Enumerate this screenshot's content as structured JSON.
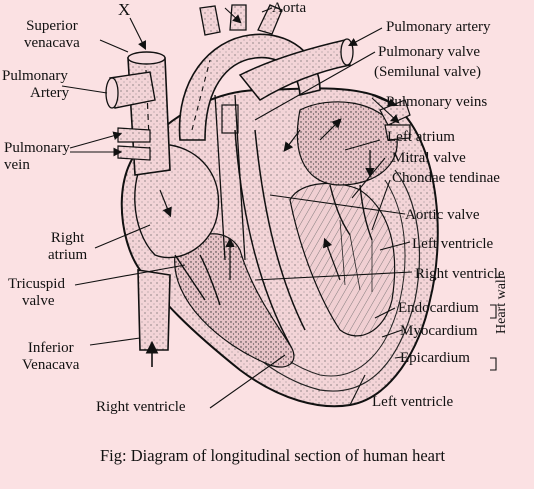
{
  "labels": {
    "x": "X",
    "aorta": "Aorta",
    "superior_venacava": [
      "Superior",
      "venacava"
    ],
    "pulmonary_artery_left": [
      "Pulmonary",
      "Artery"
    ],
    "pulmonary_vein_left": [
      "Pulmonary",
      "vein"
    ],
    "right_atrium": [
      "Right",
      "atrium"
    ],
    "tricuspid_valve": [
      "Tricuspid",
      "valve"
    ],
    "inferior_venacava": [
      "Inferior",
      "Venacava"
    ],
    "right_ventricle_bottom": "Right ventricle",
    "pulmonary_artery_right": "Pulmonary artery",
    "pulmonary_valve": "Pulmonary valve",
    "semilunal_valve": "(Semilunal valve)",
    "pulmonary_veins": "Pulmonary veins",
    "left_atrium": "Left atrium",
    "mitral_valve": "Mitral valve",
    "chondae_tendinae": "Chondae tendinae",
    "aortic_valve": "Aortic valve",
    "left_ventricle_right": "Left ventricle",
    "right_ventricle_right": "Right ventricle",
    "endocardium": "Endocardium",
    "myocardium": "Myocardium",
    "epicardium": "Epicardium",
    "heart_wall": "Heart wall",
    "left_ventricle_bottom": "Left ventricle"
  },
  "caption": "Fig: Diagram of longitudinal section of human heart"
}
